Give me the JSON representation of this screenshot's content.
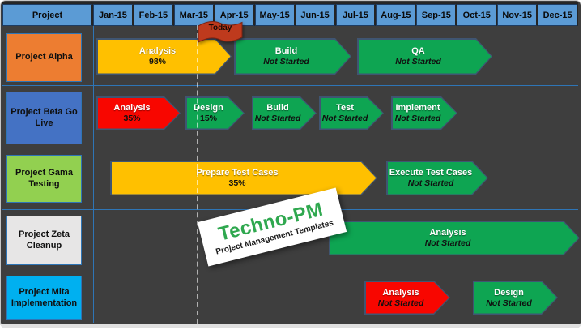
{
  "header": {
    "project_label": "Project",
    "months": [
      "Jan-15",
      "Feb-15",
      "Mar-15",
      "Apr-15",
      "May-15",
      "Jun-15",
      "Jul-15",
      "Aug-15",
      "Sep-15",
      "Oct-15",
      "Nov-15",
      "Dec-15"
    ]
  },
  "today": {
    "label": "Today",
    "position_month": "Mar-15"
  },
  "watermark": {
    "title": "Techno-PM",
    "subtitle": "Project Management Templates"
  },
  "rows": [
    {
      "project": "Project Alpha",
      "bars": [
        {
          "label": "Analysis",
          "detail": "98%",
          "color": "yellow"
        },
        {
          "label": "Build",
          "detail": "Not Started",
          "color": "green"
        },
        {
          "label": "QA",
          "detail": "Not Started",
          "color": "green"
        }
      ]
    },
    {
      "project": "Project Beta Go Live",
      "bars": [
        {
          "label": "Analysis",
          "detail": "35%",
          "color": "red"
        },
        {
          "label": "Design",
          "detail": "15%",
          "color": "green"
        },
        {
          "label": "Build",
          "detail": "Not Started",
          "color": "green"
        },
        {
          "label": "Test",
          "detail": "Not Started",
          "color": "green"
        },
        {
          "label": "Implement",
          "detail": "Not Started",
          "color": "green"
        }
      ]
    },
    {
      "project": "Project Gama Testing",
      "bars": [
        {
          "label": "Prepare Test Cases",
          "detail": "35%",
          "color": "yellow"
        },
        {
          "label": "Execute Test Cases",
          "detail": "Not Started",
          "color": "green"
        }
      ]
    },
    {
      "project": "Project Zeta Cleanup",
      "bars": [
        {
          "label": "Analysis",
          "detail": "Not Started",
          "color": "green"
        }
      ]
    },
    {
      "project": "Project Mita Implementation",
      "bars": [
        {
          "label": "Analysis",
          "detail": "Not Started",
          "color": "red"
        },
        {
          "label": "Design",
          "detail": "Not Started",
          "color": "green"
        }
      ]
    }
  ],
  "colors": {
    "background": "#3E3E3E",
    "header_bg": "#5B9BD5",
    "row_line": "#2E75B6",
    "bar_yellow": "#FFC000",
    "bar_green": "#0EA552",
    "bar_red": "#F80600",
    "project_alpha": "#ED7D31",
    "project_beta": "#4472C4",
    "project_gama": "#92D050",
    "project_zeta": "#E7E6E6",
    "project_mita": "#00B0F0",
    "today_flag": "#BE3A1D",
    "watermark_green": "#2FA84F"
  },
  "chart_data": {
    "type": "table",
    "title": "Project timeline roadmap (Gantt), Jan-15 to Dec-15, today marker at mid Mar-15",
    "columns": [
      "Project",
      "Jan-15",
      "Feb-15",
      "Mar-15",
      "Apr-15",
      "May-15",
      "Jun-15",
      "Jul-15",
      "Aug-15",
      "Sep-15",
      "Oct-15",
      "Nov-15",
      "Dec-15"
    ],
    "tasks": [
      {
        "project": "Project Alpha",
        "task": "Analysis",
        "status": "98%",
        "start": "Jan-15",
        "end": "Apr-15",
        "color": "yellow"
      },
      {
        "project": "Project Alpha",
        "task": "Build",
        "status": "Not Started",
        "start": "Apr-15",
        "end": "Jul-15",
        "color": "green"
      },
      {
        "project": "Project Alpha",
        "task": "QA",
        "status": "Not Started",
        "start": "Jul-15",
        "end": "Oct-15",
        "color": "green"
      },
      {
        "project": "Project Beta Go Live",
        "task": "Analysis",
        "status": "35%",
        "start": "Jan-15",
        "end": "Mar-15",
        "color": "red"
      },
      {
        "project": "Project Beta Go Live",
        "task": "Design",
        "status": "15%",
        "start": "Mar-15",
        "end": "Apr-15",
        "color": "green"
      },
      {
        "project": "Project Beta Go Live",
        "task": "Build",
        "status": "Not Started",
        "start": "May-15",
        "end": "Jun-15",
        "color": "green"
      },
      {
        "project": "Project Beta Go Live",
        "task": "Test",
        "status": "Not Started",
        "start": "Jun-15",
        "end": "Jul-15",
        "color": "green"
      },
      {
        "project": "Project Beta Go Live",
        "task": "Implement",
        "status": "Not Started",
        "start": "Aug-15",
        "end": "Sep-15",
        "color": "green"
      },
      {
        "project": "Project Gama Testing",
        "task": "Prepare Test Cases",
        "status": "35%",
        "start": "Jan-15",
        "end": "Aug-15",
        "color": "yellow"
      },
      {
        "project": "Project Gama Testing",
        "task": "Execute Test Cases",
        "status": "Not Started",
        "start": "Aug-15",
        "end": "Oct-15",
        "color": "green"
      },
      {
        "project": "Project Zeta Cleanup",
        "task": "Analysis",
        "status": "Not Started",
        "start": "Jun-15",
        "end": "Dec-15",
        "color": "green"
      },
      {
        "project": "Project Mita Implementation",
        "task": "Analysis",
        "status": "Not Started",
        "start": "Jul-15",
        "end": "Sep-15",
        "color": "red"
      },
      {
        "project": "Project Mita Implementation",
        "task": "Design",
        "status": "Not Started",
        "start": "Oct-15",
        "end": "Dec-15",
        "color": "green"
      }
    ]
  }
}
